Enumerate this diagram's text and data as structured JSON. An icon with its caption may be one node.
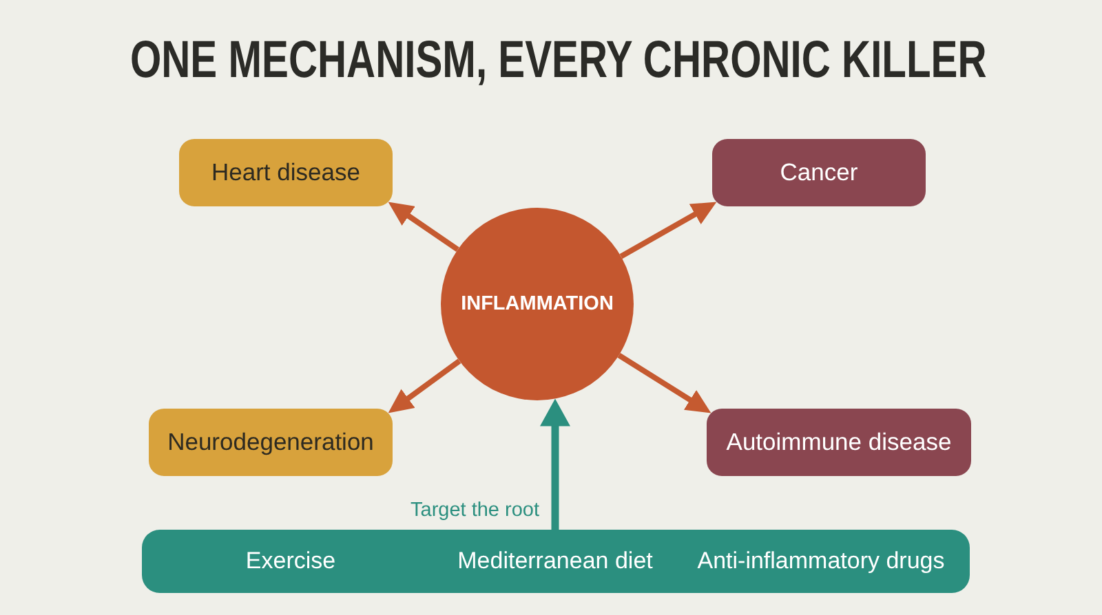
{
  "diagram": {
    "title": "ONE MECHANISM, EVERY CHRONIC KILLER",
    "nodes": [
      {
        "text": [
          "Heart disease"
        ]
      },
      {
        "text": [
          "Cancer"
        ]
      },
      {
        "text": [
          "INFLAMMATION"
        ]
      },
      {
        "text": [
          "Neurodegeneration"
        ]
      },
      {
        "text": [
          "Autoimmune disease"
        ]
      },
      {
        "text": [
          "Exercise",
          "Mediterranean diet",
          "Anti-inflammatory drugs"
        ]
      }
    ],
    "edges": [
      {
        "from": 2,
        "to": 0,
        "arrow": "to"
      },
      {
        "from": 2,
        "to": 1,
        "arrow": "to"
      },
      {
        "from": 2,
        "to": 3,
        "arrow": "to"
      },
      {
        "from": 2,
        "to": 4,
        "arrow": "to"
      },
      {
        "from": 5,
        "to": 2,
        "arrow": "to",
        "label": "Target the root",
        "color": "#2b8f7f"
      }
    ]
  }
}
